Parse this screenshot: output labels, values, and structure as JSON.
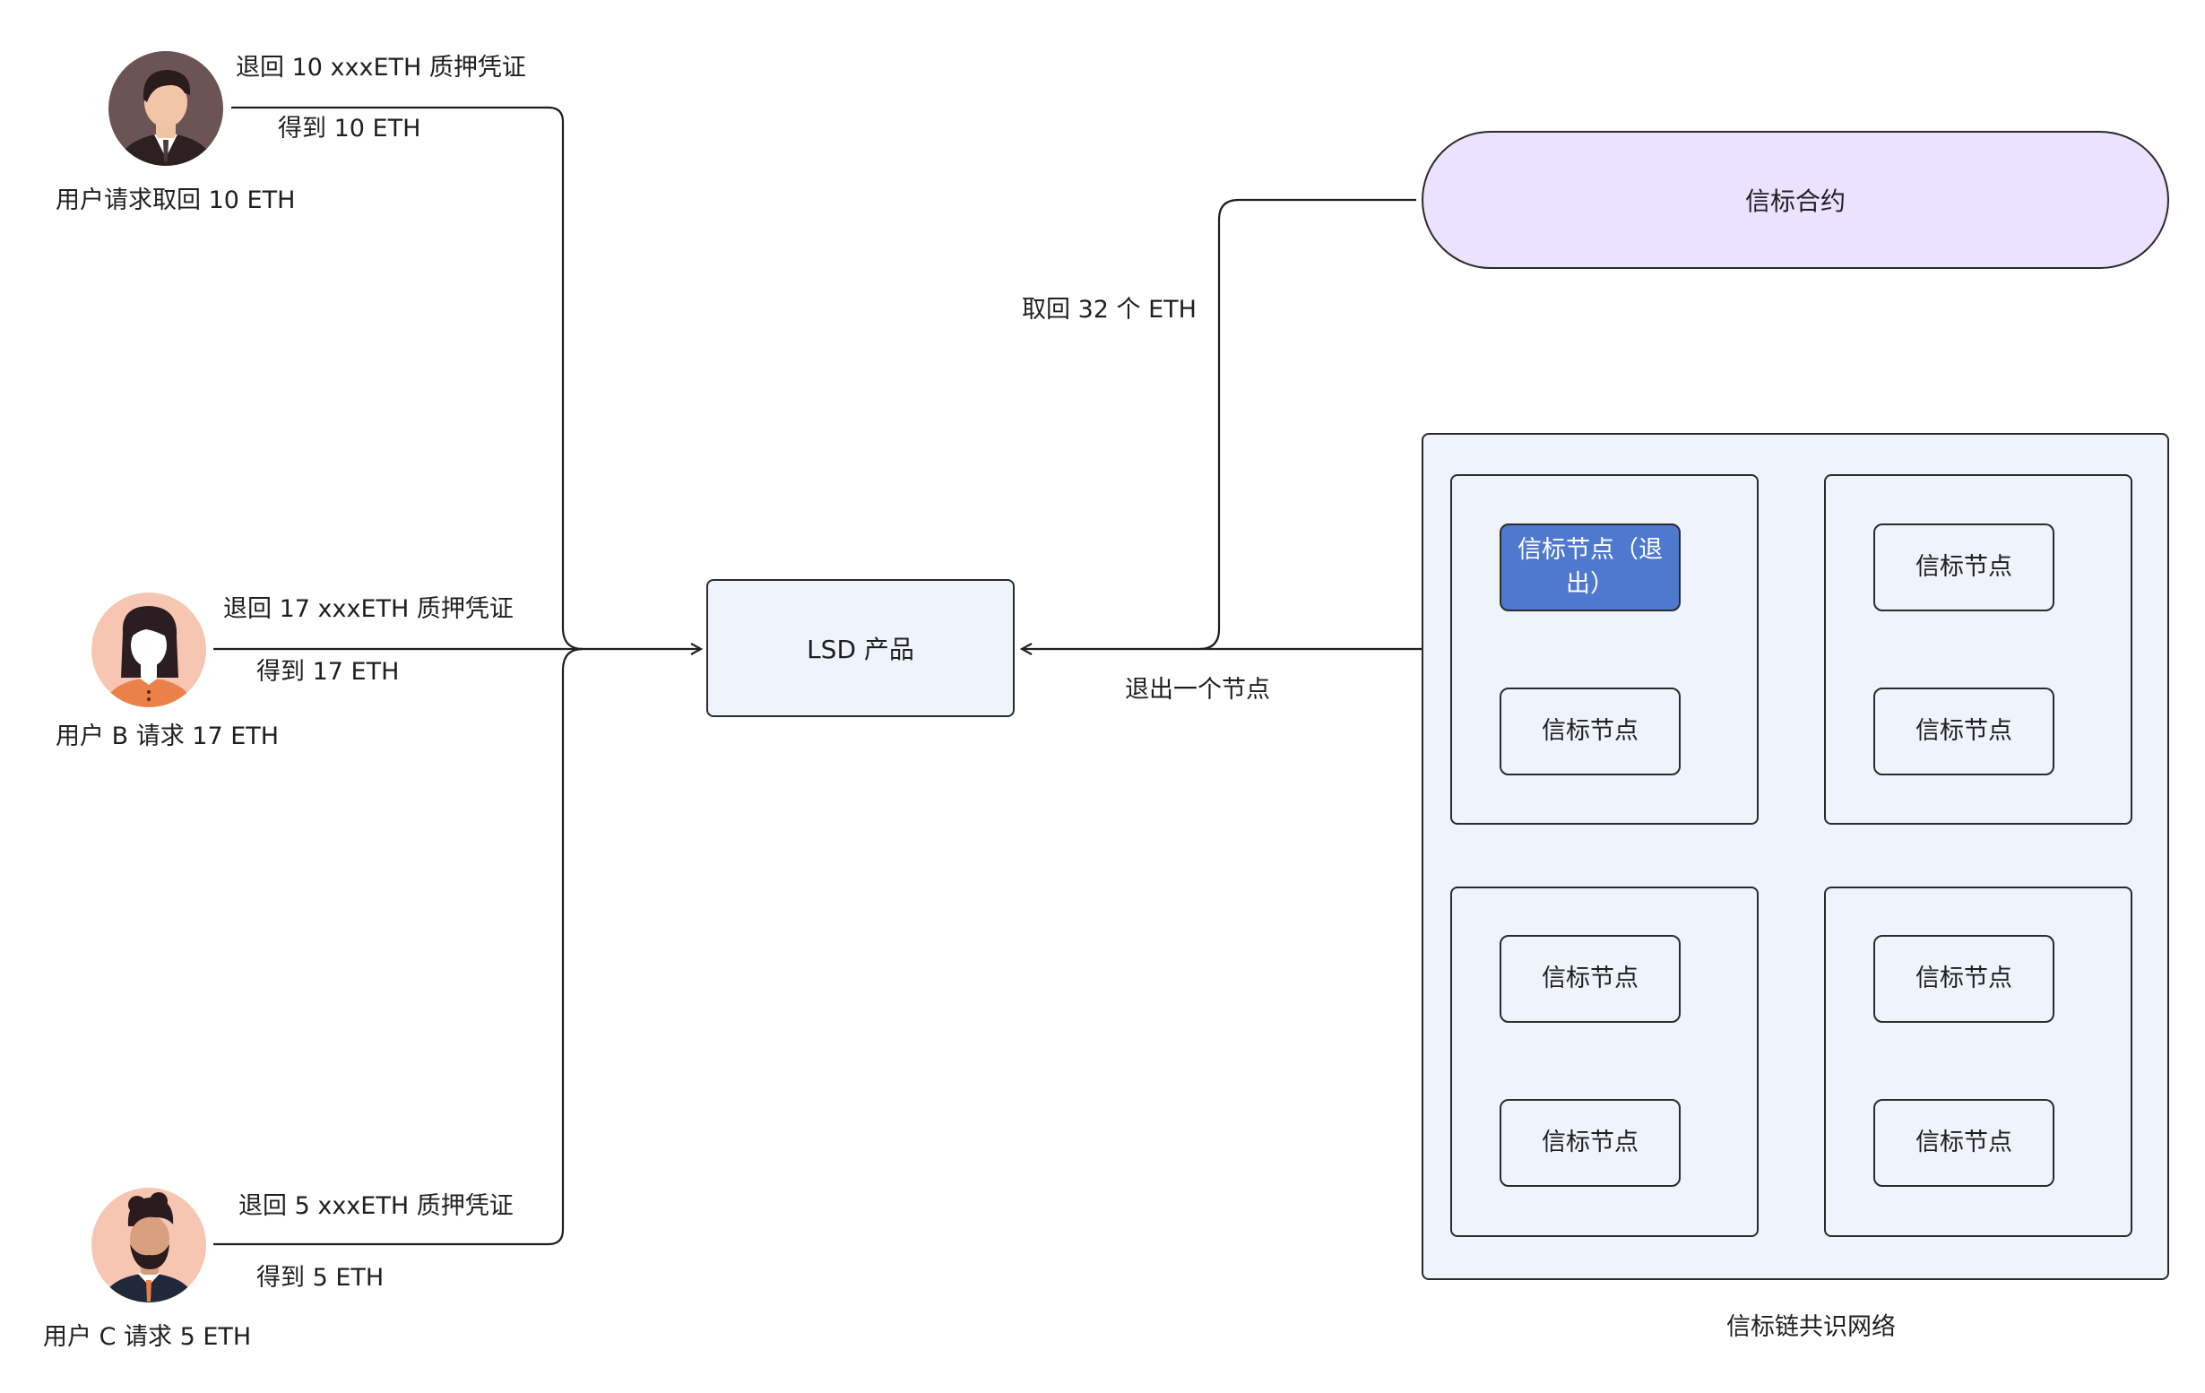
{
  "users": {
    "a": {
      "caption": "用户请求取回 10 ETH",
      "return_label": "退回 10 xxxETH 质押凭证",
      "get_label": "得到 10 ETH"
    },
    "b": {
      "caption": "用户 B 请求 17  ETH",
      "return_label": "退回 17 xxxETH 质押凭证",
      "get_label": "得到 17 ETH"
    },
    "c": {
      "caption": "用户 C  请求 5  ETH",
      "return_label": "退回 5 xxxETH 质押凭证",
      "get_label": "得到 5 ETH"
    }
  },
  "lsd_product": {
    "label": "LSD 产品"
  },
  "beacon_contract": {
    "label": "信标合约"
  },
  "edges": {
    "withdraw_label": "取回 32 个 ETH",
    "exit_label": "退出一个节点"
  },
  "network": {
    "caption": "信标链共识网络",
    "groups": [
      {
        "nodes": [
          {
            "label": "信标节点（退出）",
            "exiting": true
          },
          {
            "label": "信标节点",
            "exiting": false
          }
        ]
      },
      {
        "nodes": [
          {
            "label": "信标节点",
            "exiting": false
          },
          {
            "label": "信标节点",
            "exiting": false
          }
        ]
      },
      {
        "nodes": [
          {
            "label": "信标节点",
            "exiting": false
          },
          {
            "label": "信标节点",
            "exiting": false
          }
        ]
      },
      {
        "nodes": [
          {
            "label": "信标节点",
            "exiting": false
          },
          {
            "label": "信标节点",
            "exiting": false
          }
        ]
      }
    ]
  },
  "colors": {
    "contract_fill": "#ebe2ff",
    "box_fill": "#eef3fc",
    "exiting_node_fill": "#4f78cf",
    "line": "#1f1f1f"
  }
}
